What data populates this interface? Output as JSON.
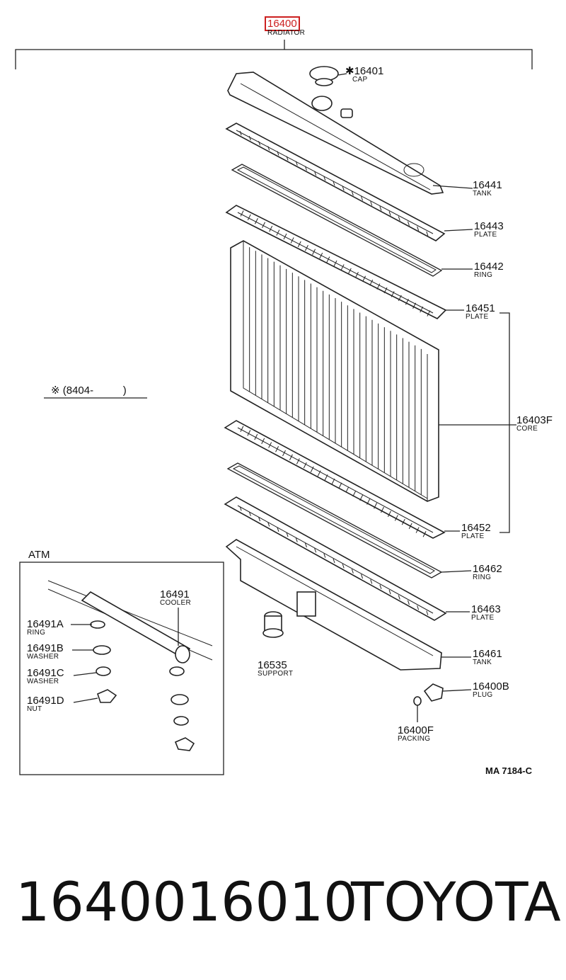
{
  "header": {
    "part_no": "16400",
    "part_name": "RADIATOR"
  },
  "labels": [
    {
      "id": "cap",
      "num": "✱16401",
      "name": "CAP"
    },
    {
      "id": "tank-upper",
      "num": "16441",
      "name": "TANK"
    },
    {
      "id": "plate-upper",
      "num": "16443",
      "name": "PLATE"
    },
    {
      "id": "ring-upper",
      "num": "16442",
      "name": "RING"
    },
    {
      "id": "plate-core-top",
      "num": "16451",
      "name": "PLATE"
    },
    {
      "id": "core",
      "num": "16403F",
      "name": "CORE"
    },
    {
      "id": "plate-core-bottom",
      "num": "16452",
      "name": "PLATE"
    },
    {
      "id": "ring-lower",
      "num": "16462",
      "name": "RING"
    },
    {
      "id": "plate-lower",
      "num": "16463",
      "name": "PLATE"
    },
    {
      "id": "tank-lower",
      "num": "16461",
      "name": "TANK"
    },
    {
      "id": "support",
      "num": "16535",
      "name": "SUPPORT"
    },
    {
      "id": "plug",
      "num": "16400B",
      "name": "PLUG"
    },
    {
      "id": "packing",
      "num": "16400F",
      "name": "PACKING"
    }
  ],
  "note": "※ (8404-          )",
  "atm": {
    "title": "ATM",
    "labels": [
      {
        "id": "cooler",
        "num": "16491",
        "name": "COOLER"
      },
      {
        "id": "ring",
        "num": "16491A",
        "name": "RING"
      },
      {
        "id": "washer-b",
        "num": "16491B",
        "name": "WASHER"
      },
      {
        "id": "washer-c",
        "num": "16491C",
        "name": "WASHER"
      },
      {
        "id": "nut",
        "num": "16491D",
        "name": "NUT"
      }
    ]
  },
  "drawing_code": "MA 7184-C",
  "footer": {
    "part_number": "1640016010",
    "brand": "TOYOTA"
  }
}
